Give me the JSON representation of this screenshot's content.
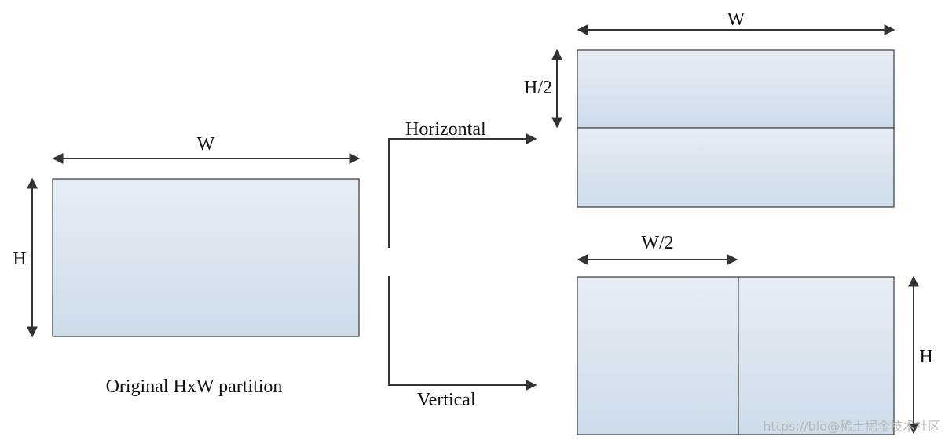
{
  "diagram": {
    "original": {
      "width_label": "W",
      "height_label": "H",
      "caption": "Original HxW partition"
    },
    "horizontal": {
      "label": "Horizontal",
      "width_label": "W",
      "height_label": "H/2"
    },
    "vertical": {
      "label": "Vertical",
      "width_label": "W/2",
      "height_label": "H"
    }
  },
  "watermark": {
    "text": "https://blo@稀土掘金技术社区"
  },
  "colors": {
    "block_top": "#e6edf5",
    "block_bottom": "#cfdeeb",
    "line": "#3a3a3a",
    "arrow": "#333333"
  }
}
